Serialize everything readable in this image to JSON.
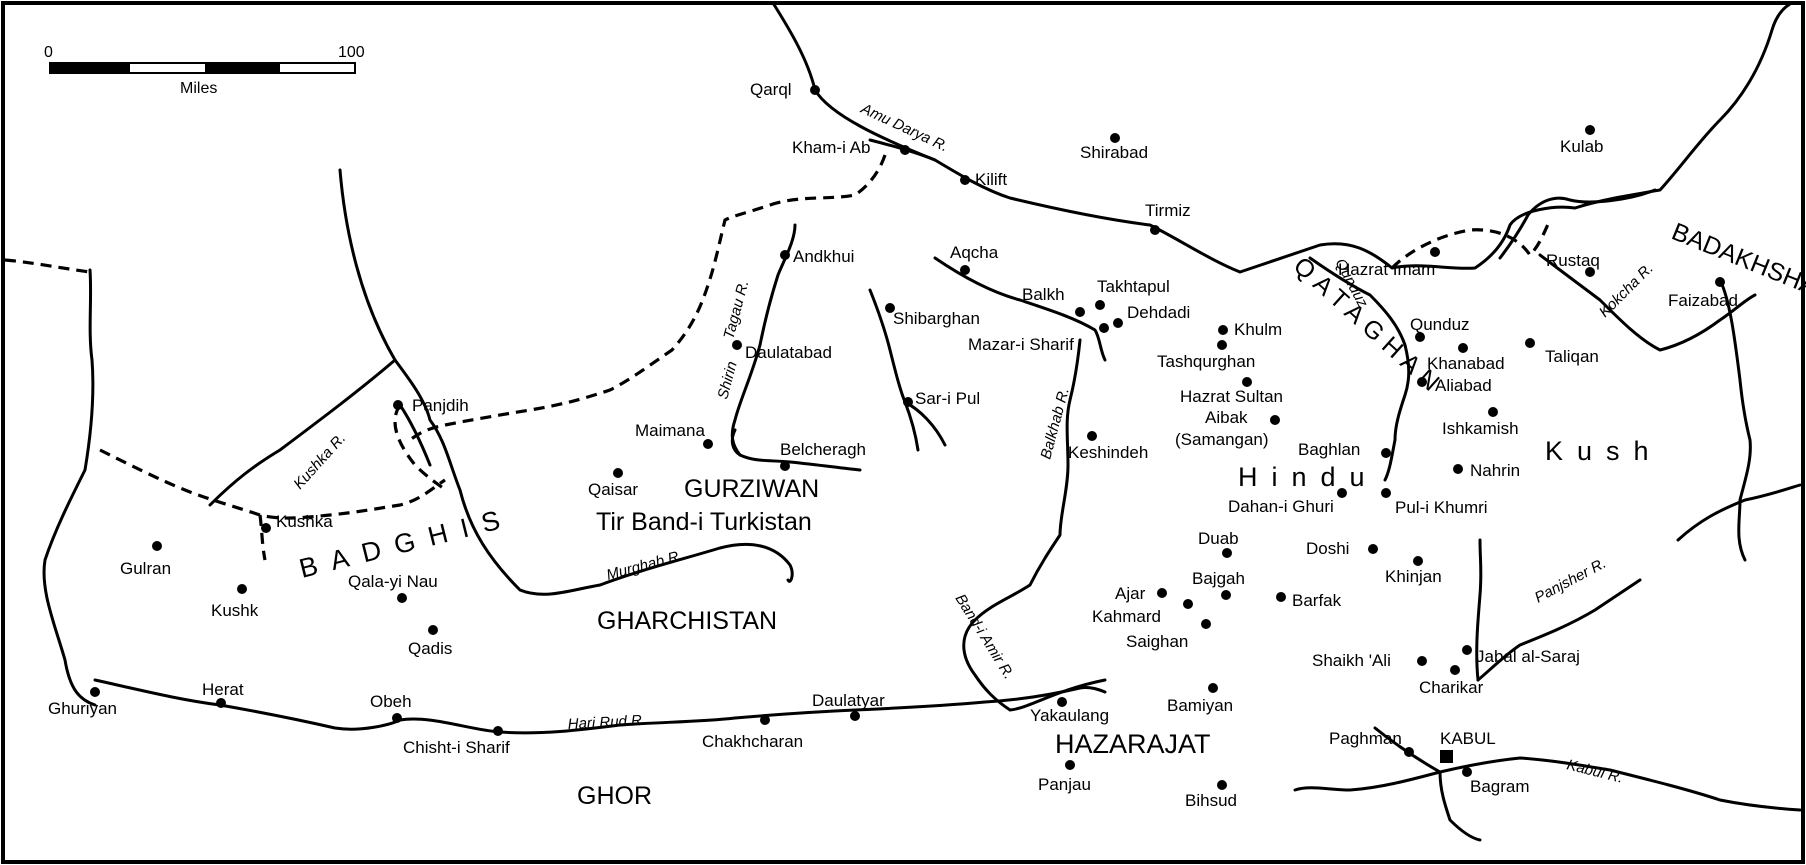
{
  "scale_bar": {
    "min_label": "0",
    "max_label": "100",
    "unit_label": "Miles"
  },
  "places": [
    {
      "id": "qarql",
      "name": "Qarql"
    },
    {
      "id": "kham-i-ab",
      "name": "Kham-i Ab"
    },
    {
      "id": "kilift",
      "name": "Kilift"
    },
    {
      "id": "shirabad",
      "name": "Shirabad"
    },
    {
      "id": "tirmiz",
      "name": "Tirmiz"
    },
    {
      "id": "kulab",
      "name": "Kulab"
    },
    {
      "id": "andkhui",
      "name": "Andkhui"
    },
    {
      "id": "aqcha",
      "name": "Aqcha"
    },
    {
      "id": "balkh",
      "name": "Balkh"
    },
    {
      "id": "takhtapul",
      "name": "Takhtapul"
    },
    {
      "id": "dehdadi",
      "name": "Dehdadi"
    },
    {
      "id": "mazar-i-sharif",
      "name": "Mazar-i Sharif"
    },
    {
      "id": "shibarghan",
      "name": "Shibarghan"
    },
    {
      "id": "daulatabad",
      "name": "Daulatabad"
    },
    {
      "id": "sar-i-pul",
      "name": "Sar-i Pul"
    },
    {
      "id": "khulm",
      "name": "Khulm"
    },
    {
      "id": "tashqurghan",
      "name": "Tashqurghan"
    },
    {
      "id": "hazrat-sultan",
      "name": "Hazrat Sultan"
    },
    {
      "id": "aibak",
      "name": "Aibak"
    },
    {
      "id": "samangan",
      "name": "(Samangan)"
    },
    {
      "id": "hazrat-imam",
      "name": "Hazrat Imam"
    },
    {
      "id": "rustaq",
      "name": "Rustaq"
    },
    {
      "id": "faizabad",
      "name": "Faizabad"
    },
    {
      "id": "qunduz",
      "name": "Qunduz"
    },
    {
      "id": "khanabad",
      "name": "Khanabad"
    },
    {
      "id": "taliqan",
      "name": "Taliqan"
    },
    {
      "id": "aliabad",
      "name": "Aliabad"
    },
    {
      "id": "ishkamish",
      "name": "Ishkamish"
    },
    {
      "id": "baghlan",
      "name": "Baghlan"
    },
    {
      "id": "nahrin",
      "name": "Nahrin"
    },
    {
      "id": "panjdih",
      "name": "Panjdih"
    },
    {
      "id": "maimana",
      "name": "Maimana"
    },
    {
      "id": "belcheragh",
      "name": "Belcheragh"
    },
    {
      "id": "keshindeh",
      "name": "Keshindeh"
    },
    {
      "id": "qaisar",
      "name": "Qaisar"
    },
    {
      "id": "kushka",
      "name": "Kushka"
    },
    {
      "id": "gulran",
      "name": "Gulran"
    },
    {
      "id": "kushk",
      "name": "Kushk"
    },
    {
      "id": "qala-yi-nau",
      "name": "Qala-yi Nau"
    },
    {
      "id": "qadis",
      "name": "Qadis"
    },
    {
      "id": "dahan-i-ghuri",
      "name": "Dahan-i Ghuri"
    },
    {
      "id": "pul-i-khumri",
      "name": "Pul-i Khumri"
    },
    {
      "id": "duab",
      "name": "Duab"
    },
    {
      "id": "doshi",
      "name": "Doshi"
    },
    {
      "id": "khinjan",
      "name": "Khinjan"
    },
    {
      "id": "ajar",
      "name": "Ajar"
    },
    {
      "id": "bajgah",
      "name": "Bajgah"
    },
    {
      "id": "kahmard",
      "name": "Kahmard"
    },
    {
      "id": "barfak",
      "name": "Barfak"
    },
    {
      "id": "saighan",
      "name": "Saighan"
    },
    {
      "id": "shaikh-ali",
      "name": "Shaikh 'Ali"
    },
    {
      "id": "jabal-al-saraj",
      "name": "Jabal al-Saraj"
    },
    {
      "id": "charikar",
      "name": "Charikar"
    },
    {
      "id": "ghuriyan",
      "name": "Ghuriyan"
    },
    {
      "id": "herat",
      "name": "Herat"
    },
    {
      "id": "obeh",
      "name": "Obeh"
    },
    {
      "id": "chisht-i-sharif",
      "name": "Chisht-i Sharif"
    },
    {
      "id": "chakhcharan",
      "name": "Chakhcharan"
    },
    {
      "id": "daulatyar",
      "name": "Daulatyar"
    },
    {
      "id": "yakaulang",
      "name": "Yakaulang"
    },
    {
      "id": "bamiyan",
      "name": "Bamiyan"
    },
    {
      "id": "panjau",
      "name": "Panjau"
    },
    {
      "id": "bihsud",
      "name": "Bihsud"
    },
    {
      "id": "paghman",
      "name": "Paghman"
    },
    {
      "id": "kabul",
      "name": "KABUL"
    },
    {
      "id": "bagram",
      "name": "Bagram"
    }
  ],
  "regions": [
    {
      "id": "gurziwan",
      "name": "GURZIWAN"
    },
    {
      "id": "tir-band",
      "name": "Tir Band-i Turkistan"
    },
    {
      "id": "gharchistan",
      "name": "GHARCHISTAN"
    },
    {
      "id": "ghor",
      "name": "GHOR"
    },
    {
      "id": "hazarajat",
      "name": "HAZARAJAT"
    },
    {
      "id": "badghis",
      "name": "BADGHIS"
    },
    {
      "id": "qataghan",
      "name": "QATAGHAN"
    },
    {
      "id": "badakhshan",
      "name": "BADAKHSHAN"
    },
    {
      "id": "hindu",
      "name": "Hindu"
    },
    {
      "id": "kush",
      "name": "Kush"
    }
  ],
  "rivers": [
    {
      "id": "amu-darya",
      "name": "Amu Darya R."
    },
    {
      "id": "kushka-r",
      "name": "Kushka R."
    },
    {
      "id": "tagau-r",
      "name": "Tagau R."
    },
    {
      "id": "shirin",
      "name": "Shirin"
    },
    {
      "id": "murghab-r",
      "name": "Murghab R."
    },
    {
      "id": "balkhab-r",
      "name": "Balkhab R."
    },
    {
      "id": "band-i-amir-r",
      "name": "Band-i Amir R."
    },
    {
      "id": "hari-rud-r",
      "name": "Hari Rud R."
    },
    {
      "id": "qunduz-r",
      "name": "Qunduz"
    },
    {
      "id": "kokcha-r",
      "name": "Kokcha R."
    },
    {
      "id": "panjsher-r",
      "name": "Panjsher R."
    },
    {
      "id": "kabul-r",
      "name": "Kabul R."
    }
  ]
}
